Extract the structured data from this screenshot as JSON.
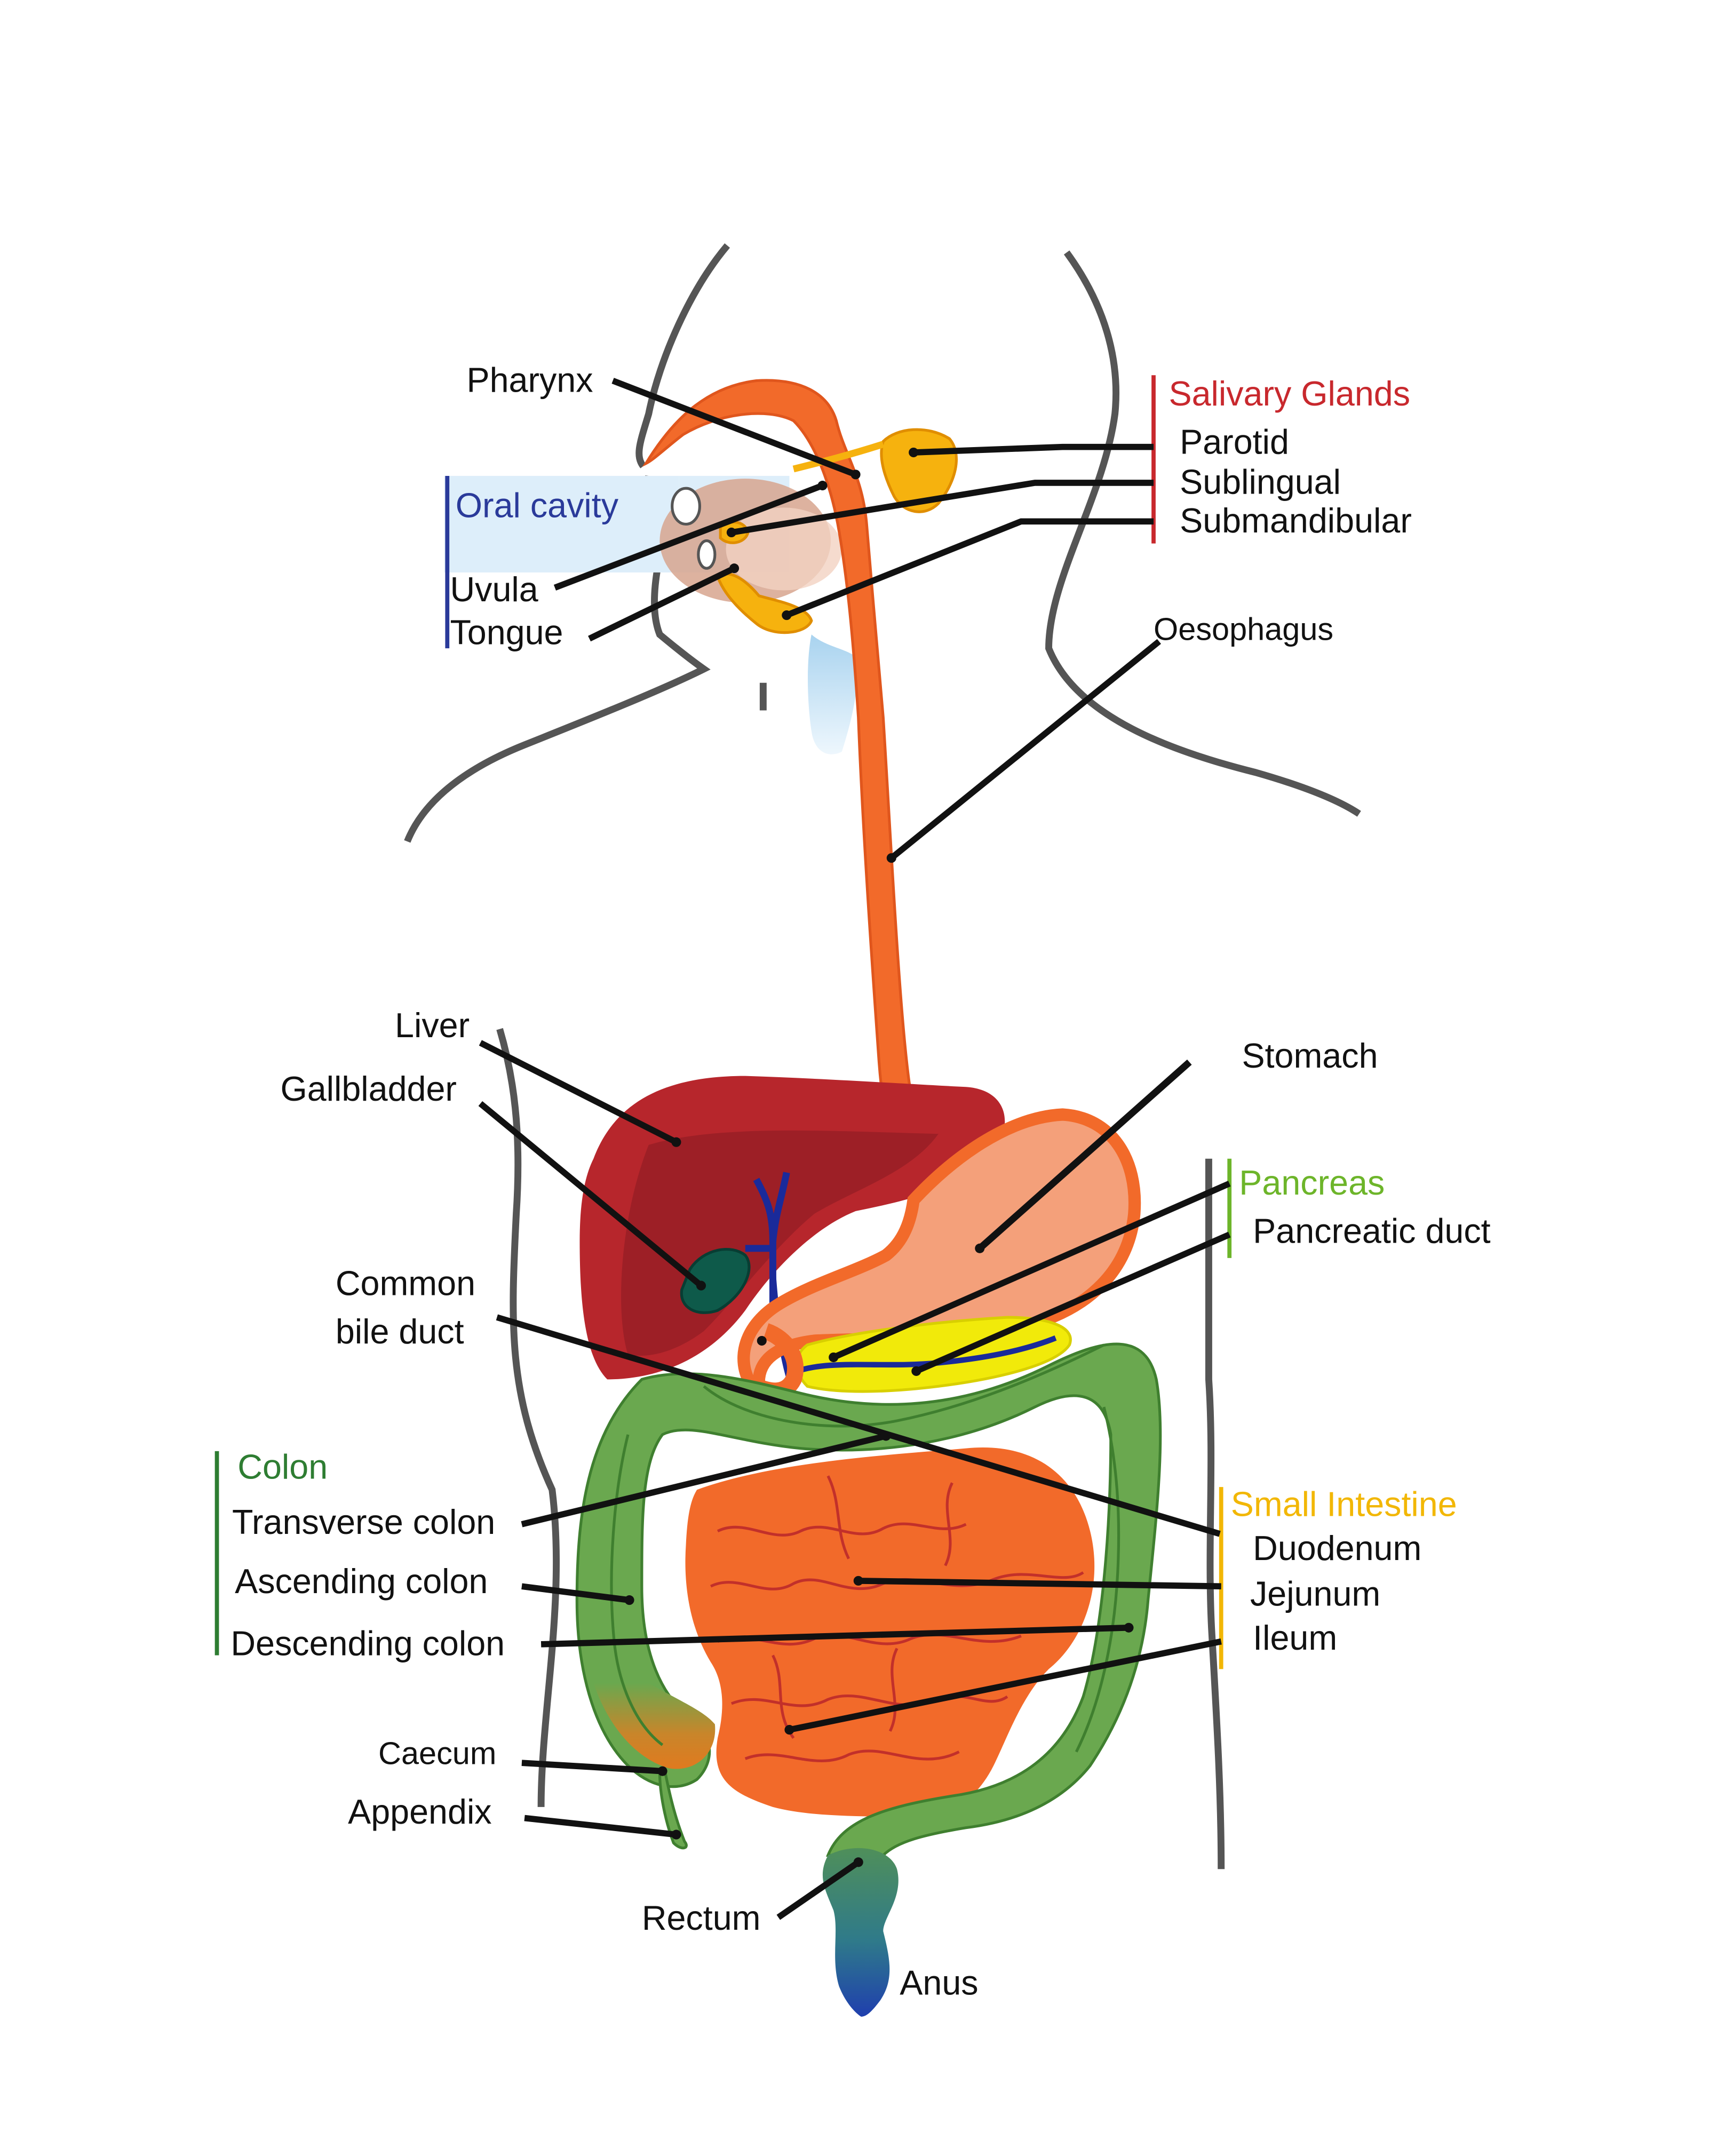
{
  "colors": {
    "salivary": "#c8282d",
    "oral": "#2a3a9a",
    "oral_bg": "#ddeefa",
    "pancreas": "#6db52a",
    "colon_label": "#2e7d32",
    "colon_fill": "#6aa84f",
    "small_intestine": "#f2b705",
    "intestine_fill": "#f26a2a",
    "oesophagus_fill": "#f26a2a",
    "stomach_fill": "#f4a07a",
    "liver_fill": "#b7262c",
    "gallbladder_fill": "#0e5a4a",
    "duct": "#1a2a9a"
  },
  "groups": {
    "salivary_glands": {
      "title": "Salivary Glands",
      "items": [
        "Parotid",
        "Sublingual",
        "Submandibular"
      ]
    },
    "oral_cavity": {
      "title": "Oral cavity",
      "items": [
        "Uvula",
        "Tongue"
      ]
    },
    "pancreas": {
      "title": "Pancreas",
      "items": [
        "Pancreatic duct"
      ]
    },
    "colon": {
      "title": "Colon",
      "items": [
        "Transverse colon",
        "Ascending colon",
        "Descending colon"
      ]
    },
    "small_intestine": {
      "title": "Small Intestine",
      "items": [
        "Duodenum",
        "Jejunum",
        "Ileum"
      ]
    }
  },
  "labels": {
    "pharynx": "Pharynx",
    "oesophagus": "Oesophagus",
    "liver": "Liver",
    "gallbladder": "Gallbladder",
    "stomach": "Stomach",
    "common_bile_duct": [
      "Common",
      "bile duct"
    ],
    "caecum": "Caecum",
    "appendix": "Appendix",
    "rectum": "Rectum",
    "anus": "Anus"
  }
}
